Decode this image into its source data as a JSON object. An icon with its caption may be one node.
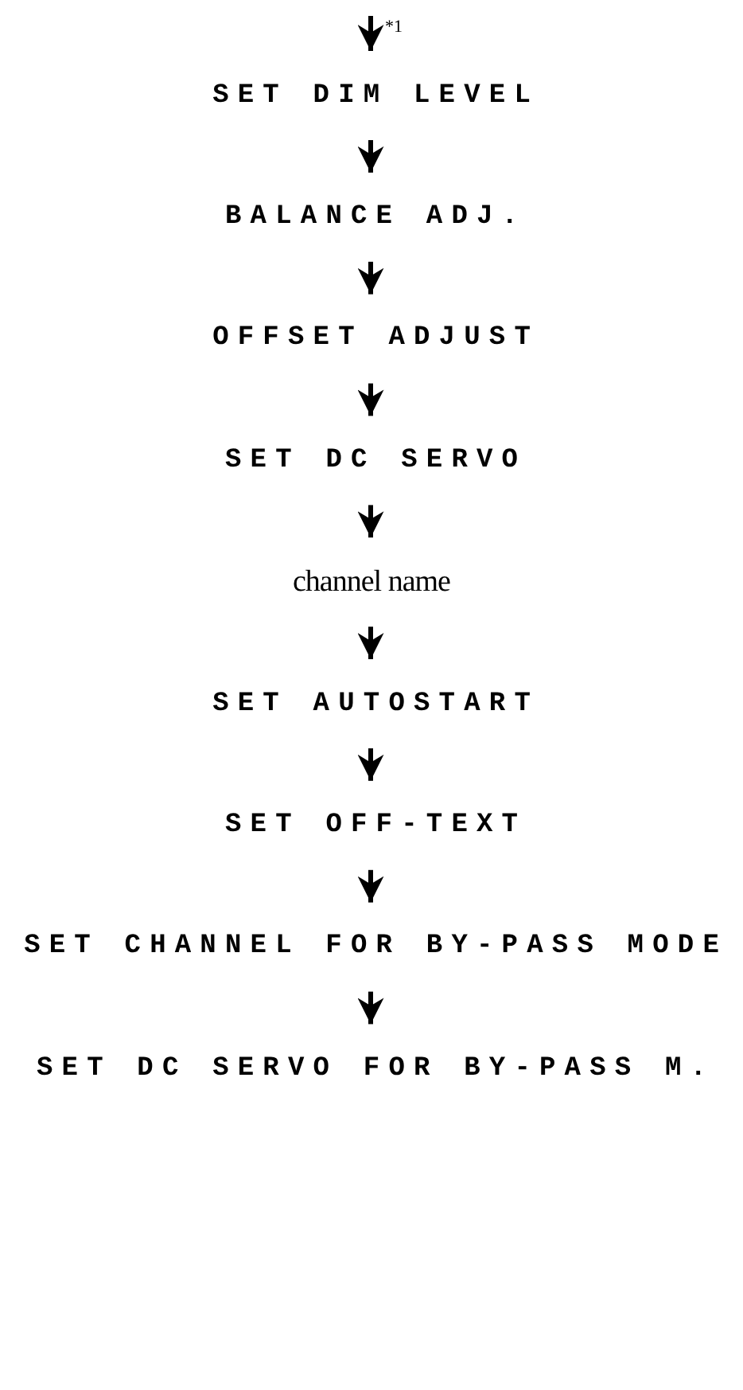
{
  "diagram": {
    "nodes": [
      {
        "text": [
          "SET DIM LEVEL"
        ]
      },
      {
        "text": [
          "BALANCE ADJ."
        ]
      },
      {
        "text": [
          "OFFSET ADJUST"
        ]
      },
      {
        "text": [
          "SET DC SERVO"
        ]
      },
      {
        "text": [
          "channel name"
        ]
      },
      {
        "text": [
          "SET AUTOSTART"
        ]
      },
      {
        "text": [
          "SET OFF-TEXT"
        ]
      },
      {
        "text": [
          "SET CHANNEL FOR BY-PASS MODE"
        ]
      },
      {
        "text": [
          "SET DC SERVO FOR BY-PASS M."
        ]
      }
    ],
    "edges": [
      {
        "from": null,
        "to": 0,
        "arrow": "to",
        "label": "*1"
      },
      {
        "from": 0,
        "to": 1,
        "arrow": "to"
      },
      {
        "from": 1,
        "to": 2,
        "arrow": "to"
      },
      {
        "from": 2,
        "to": 3,
        "arrow": "to"
      },
      {
        "from": 3,
        "to": 4,
        "arrow": "to"
      },
      {
        "from": 4,
        "to": 5,
        "arrow": "to"
      },
      {
        "from": 5,
        "to": 6,
        "arrow": "to"
      },
      {
        "from": 6,
        "to": 7,
        "arrow": "to"
      },
      {
        "from": 7,
        "to": 8,
        "arrow": "to"
      }
    ]
  }
}
